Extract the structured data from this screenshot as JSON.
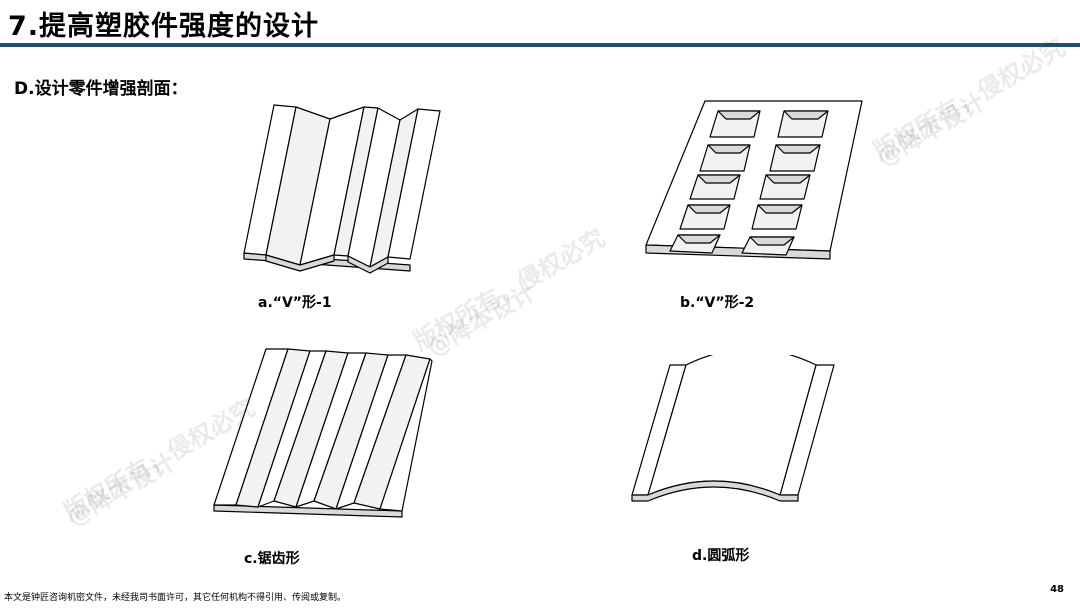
{
  "header": {
    "title": "7.提高塑胶件强度的设计",
    "accent_color": "#1f4e79"
  },
  "section": {
    "subtitle": "D.设计零件增强剖面："
  },
  "figures": [
    {
      "caption": "a.“V”形-1",
      "icon": "v-shape-ribbed-plate"
    },
    {
      "caption": "b.“V”形-2",
      "icon": "v-shape-pocketed-plate"
    },
    {
      "caption": "c.锯齿形",
      "icon": "sawtooth-plate"
    },
    {
      "caption": "d.圆弧形",
      "icon": "arc-plate"
    }
  ],
  "watermark": {
    "line1": "版权所有，侵权必究",
    "line2": "@降本设计"
  },
  "footer": {
    "notice": "本文是钟匠咨询机密文件，未经我司书面许可，其它任何机构不得引用、传阅或复制。",
    "page_number": "48"
  }
}
